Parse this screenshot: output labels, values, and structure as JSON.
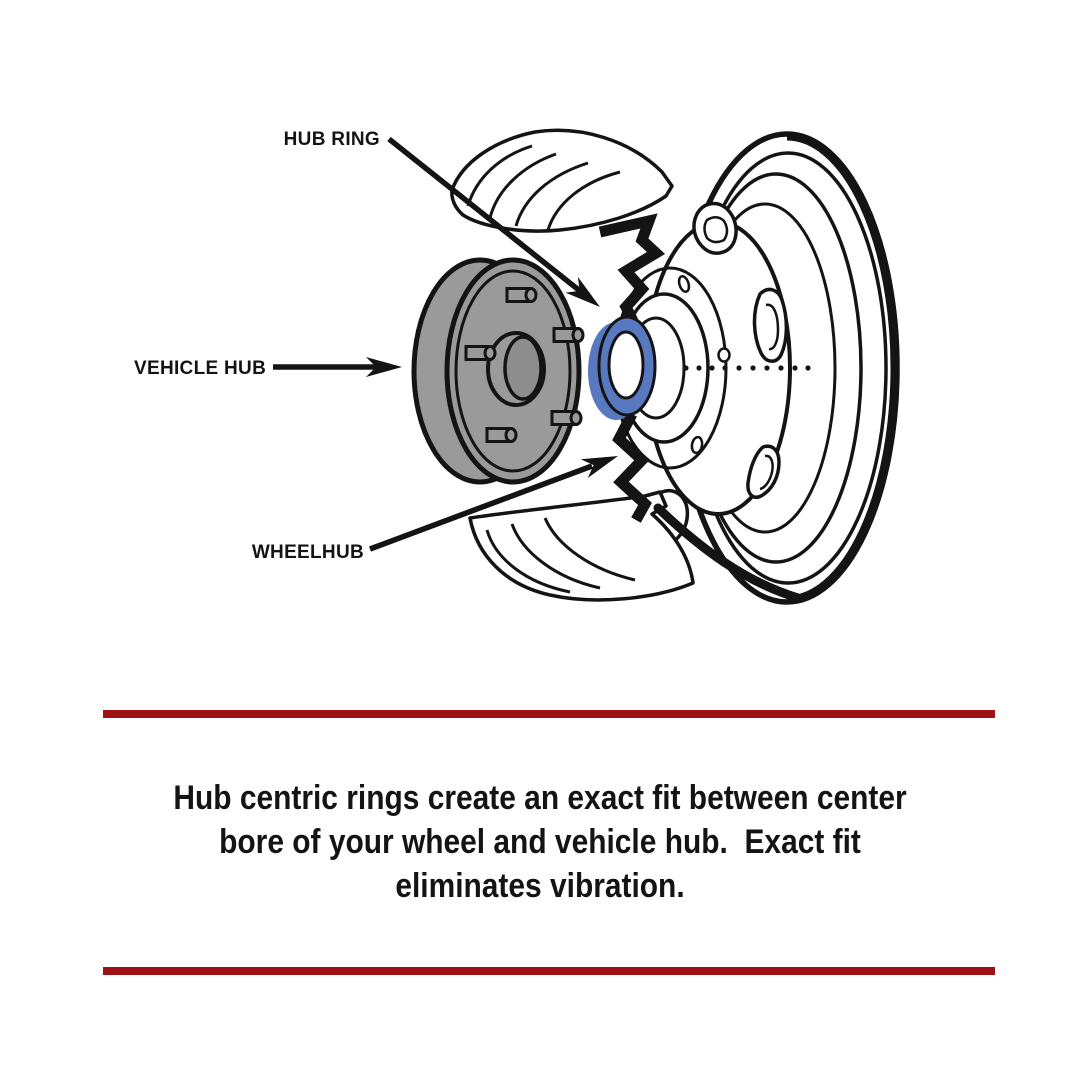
{
  "colors": {
    "background": "#ffffff",
    "ink": "#141414",
    "hub_ring_blue": "#5878bf",
    "vehicle_hub_gray": "#9a9a9a",
    "vehicle_hub_bore_gray": "#8d8d8d",
    "divider_red": "#9e1115"
  },
  "diagram": {
    "labels": {
      "hub_ring": "HUB RING",
      "vehicle_hub": "VEHICLE HUB",
      "wheelhub": "WHEELHUB"
    }
  },
  "caption": {
    "line1": "Hub centric rings create an exact fit between center",
    "line2": "bore of your wheel and vehicle hub.  Exact fit",
    "line3": "eliminates vibration."
  }
}
